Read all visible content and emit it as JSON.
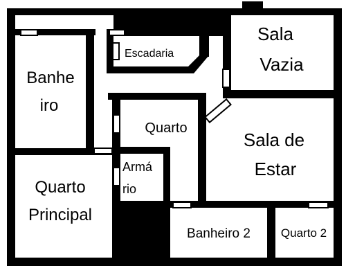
{
  "plan": {
    "title": "",
    "wall_color": "#000000",
    "floor_color": "#ffffff",
    "rooms": [
      {
        "id": "banheiro",
        "lines": [
          "Banhe",
          "iro"
        ]
      },
      {
        "id": "escadaria",
        "lines": [
          "Escadaria"
        ]
      },
      {
        "id": "sala-vazia",
        "lines": [
          "Sala",
          "Vazia"
        ]
      },
      {
        "id": "quarto",
        "lines": [
          "Quarto"
        ]
      },
      {
        "id": "sala-de-estar",
        "lines": [
          "Sala de",
          "Estar"
        ]
      },
      {
        "id": "armario",
        "lines": [
          "Armá",
          "rio"
        ]
      },
      {
        "id": "quarto-principal",
        "lines": [
          "Quarto",
          "Principal"
        ]
      },
      {
        "id": "banheiro-2",
        "lines": [
          "Banheiro 2"
        ]
      },
      {
        "id": "quarto-2",
        "lines": [
          "Quarto 2"
        ]
      }
    ]
  }
}
